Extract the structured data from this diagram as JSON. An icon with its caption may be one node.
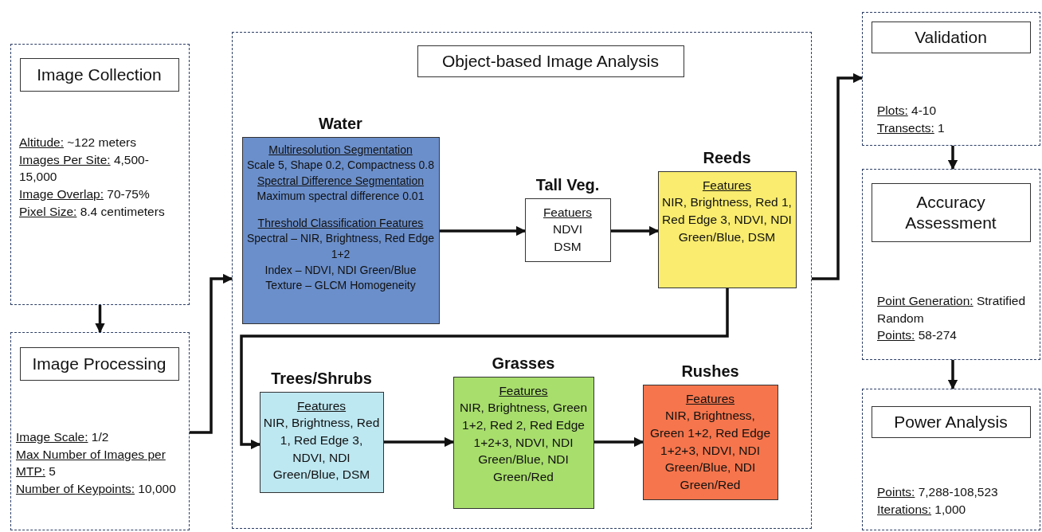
{
  "diagram": {
    "nodes": [
      {
        "text": [
          "Altitude: ~122 meters",
          "Images Per Site: 4,500-15,000",
          "Image Overlap: 70-75%",
          "Pixel Size: 8.4 centimeters"
        ]
      },
      {
        "text": [
          "Image Collection"
        ],
        "in": 0
      },
      {
        "text": [
          "Image Scale: 1/2",
          "Max Number of Images per MTP: 5",
          "Number of Keypoints: 10,000"
        ]
      },
      {
        "text": [
          "Image Processing"
        ],
        "in": 2
      },
      {
        "text": [],
        "shape": "box"
      },
      {
        "text": [
          "Object-based Image Analysis"
        ],
        "in": 4
      },
      {
        "text": [
          "Water",
          "Multiresolution Segmentation",
          "Scale 5, Shape 0.2, Compactness 0.8",
          "Spectral Difference Segmentation",
          "Maximum spectral difference 0.01",
          "Threshold Classification Features",
          "Spectral – NIR, Brightness, Red Edge 1+2",
          "Index – NDVI, NDI Green/Blue",
          "Texture – GLCM Homogeneity"
        ],
        "in": 4
      },
      {
        "text": [
          "Tall Veg.",
          "Featuers",
          "NDVI",
          "DSM"
        ],
        "in": 4
      },
      {
        "text": [
          "Reeds",
          "Features",
          "NIR, Brightness, Red 1, Red Edge 3, NDVI, NDI Green/Blue, DSM"
        ],
        "in": 4
      },
      {
        "text": [
          "Trees/Shrubs",
          "Features",
          "NIR, Brightness, Red 1, Red Edge 3, NDVI, NDI Green/Blue, DSM"
        ],
        "in": 4
      },
      {
        "text": [
          "Grasses",
          "Features",
          "NIR, Brightness, Green 1+2, Red 2, Red Edge 1+2+3, NDVI, NDI Green/Blue, NDI Green/Red"
        ],
        "in": 4
      },
      {
        "text": [
          "Rushes",
          "Features",
          "NIR, Brightness, Green 1+2, Red Edge 1+2+3, NDVI, NDI Green/Blue, NDI Green/Red"
        ],
        "in": 4
      },
      {
        "text": [
          "Plots: 4-10",
          "Transects: 1"
        ]
      },
      {
        "text": [
          "Validation"
        ],
        "in": 12
      },
      {
        "text": [
          "Point Generation: Stratified Random",
          "Points: 58-274"
        ]
      },
      {
        "text": [
          "Accuracy Assessment"
        ],
        "in": 14
      },
      {
        "text": [
          "Points: 7,288-108,523",
          "Iterations: 1,000"
        ]
      },
      {
        "text": [
          "Power Analysis"
        ],
        "in": 16
      }
    ],
    "edges": [
      {
        "from": 0,
        "to": 2,
        "arrow": "to"
      },
      {
        "from": 2,
        "to": 4,
        "arrow": "to"
      },
      {
        "from": 6,
        "to": 7,
        "arrow": "to"
      },
      {
        "from": 7,
        "to": 8,
        "arrow": "to"
      },
      {
        "from": 8,
        "to": 9,
        "arrow": "to"
      },
      {
        "from": 9,
        "to": 10,
        "arrow": "to"
      },
      {
        "from": 10,
        "to": 11,
        "arrow": "to"
      },
      {
        "from": 4,
        "to": 12,
        "arrow": "to"
      },
      {
        "from": 12,
        "to": 14,
        "arrow": "to"
      },
      {
        "from": 14,
        "to": 16,
        "arrow": "to"
      }
    ]
  }
}
